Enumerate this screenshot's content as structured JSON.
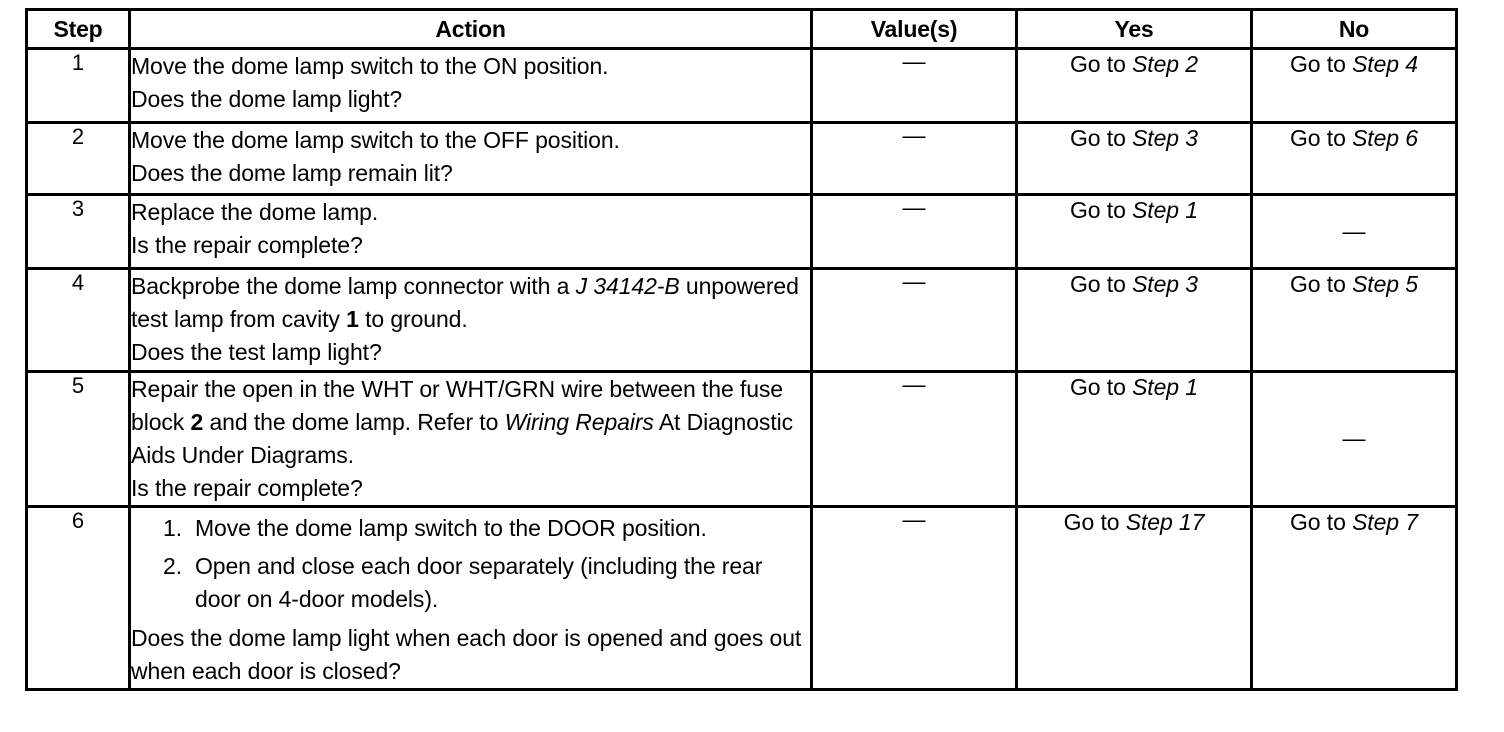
{
  "table": {
    "headers": {
      "step": "Step",
      "action": "Action",
      "values": "Value(s)",
      "yes": "Yes",
      "no": "No"
    },
    "dash": "—",
    "goto_prefix": "Go to ",
    "rows": [
      {
        "step": "1",
        "action_lines": [
          "Move the dome lamp switch to the ON position.",
          "Does the dome lamp light?"
        ],
        "value": "—",
        "yes": "Go to Step 2",
        "yes_prefix": "Go to ",
        "yes_italic": "Step 2",
        "no": "Go to Step 4",
        "no_prefix": "Go to ",
        "no_italic": "Step 4"
      },
      {
        "step": "2",
        "action_lines": [
          "Move the dome lamp switch to the OFF position.",
          "Does the dome lamp remain lit?"
        ],
        "value": "—",
        "yes": "Go to Step 3",
        "yes_prefix": "Go to ",
        "yes_italic": "Step 3",
        "no": "Go to Step 6",
        "no_prefix": "Go to ",
        "no_italic": "Step 6"
      },
      {
        "step": "3",
        "action_lines": [
          "Replace the dome lamp.",
          "Is the repair complete?"
        ],
        "value": "—",
        "yes": "Go to Step 1",
        "yes_prefix": "Go to ",
        "yes_italic": "Step 1",
        "no": "—",
        "no_is_dash": true
      },
      {
        "step": "4",
        "action_para_pre": "Backprobe the dome lamp connector with a ",
        "action_para_italic": "J 34142-B",
        "action_para_mid": " unpowered test lamp from cavity ",
        "action_para_bold": "1",
        "action_para_post": " to ground.",
        "action_question": "Does the test lamp light?",
        "value": "—",
        "yes": "Go to Step 3",
        "yes_prefix": "Go to ",
        "yes_italic": "Step 3",
        "no": "Go to Step 5",
        "no_prefix": "Go to ",
        "no_italic": "Step 5"
      },
      {
        "step": "5",
        "action_para_pre": "Repair the open in the WHT or WHT/GRN wire between the fuse block ",
        "action_para_bold": "2",
        "action_para_mid": " and the dome lamp. Refer to ",
        "action_para_italic": "Wiring Repairs",
        "action_para_post": " At Diagnostic Aids Under Diagrams.",
        "action_question": "Is the repair complete?",
        "value": "—",
        "yes": "Go to Step 1",
        "yes_prefix": "Go to ",
        "yes_italic": "Step 1",
        "no": "—",
        "no_is_dash": true
      },
      {
        "step": "6",
        "action_list": [
          {
            "num": "1.",
            "text": "Move the dome lamp switch to the DOOR position."
          },
          {
            "num": "2.",
            "text": "Open and close each door separately (including the rear door on 4-door models)."
          }
        ],
        "action_question": "Does the dome lamp light when each door is opened and goes out when each door is closed?",
        "value": "—",
        "yes": "Go to Step 17",
        "yes_prefix": "Go to ",
        "yes_italic": "Step 17",
        "no": "Go to Step 7",
        "no_prefix": "Go to ",
        "no_italic": "Step 7"
      }
    ]
  }
}
